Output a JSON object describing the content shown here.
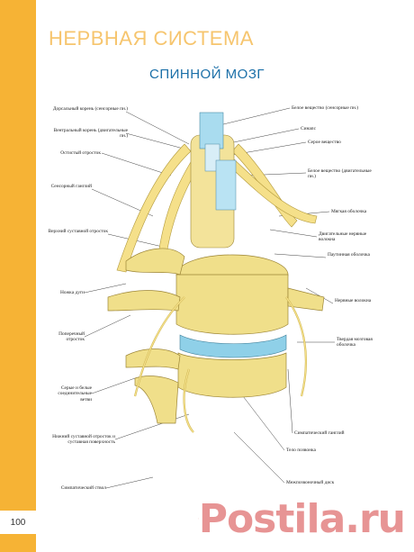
{
  "page": {
    "section_title": "НЕРВНАЯ СИСТЕМА",
    "title": "СПИННОЙ МОЗГ",
    "page_number": "100"
  },
  "labels_left": [
    {
      "text": "Дорсальный корень (сенсорные пн.)"
    },
    {
      "text": "Вентральный корень (двигательные пн.)"
    },
    {
      "text": "Остистый отросток"
    },
    {
      "text": "Сенсорный ганглий"
    },
    {
      "text": "Верхний суставной отросток"
    },
    {
      "text": "Ножка дуги"
    },
    {
      "text": "Поперечный отросток"
    },
    {
      "text": "Серые и белые соединительные ветви"
    },
    {
      "text": "Нижний суставной отросток и суставная поверхность"
    },
    {
      "text": "Симпатический ствол"
    }
  ],
  "labels_right": [
    {
      "text": "Белое вещество (сенсорные пн.)"
    },
    {
      "text": "Синапс"
    },
    {
      "text": "Серое вещество"
    },
    {
      "text": "Белое вещество (двигательные пн.)"
    },
    {
      "text": "Мягкая оболочка"
    },
    {
      "text": "Двигательные нервные волокна"
    },
    {
      "text": "Паутинная оболочка"
    },
    {
      "text": "Нервные волокна"
    },
    {
      "text": "Твердая мозговая оболочка"
    },
    {
      "text": "Симпатический ганглий"
    },
    {
      "text": "Тело позвонка"
    },
    {
      "text": "Межпозвоночный диск"
    }
  ],
  "watermark": {
    "text": "Postila.ru",
    "icon": "pencil-icon"
  },
  "colors": {
    "accent": "#f6b335",
    "title_blue": "#1a6fa8",
    "bone": "#f0df8a",
    "disc": "#8fd0e8",
    "nerve": "#f5e08a",
    "watermark": "#d53d3d"
  }
}
